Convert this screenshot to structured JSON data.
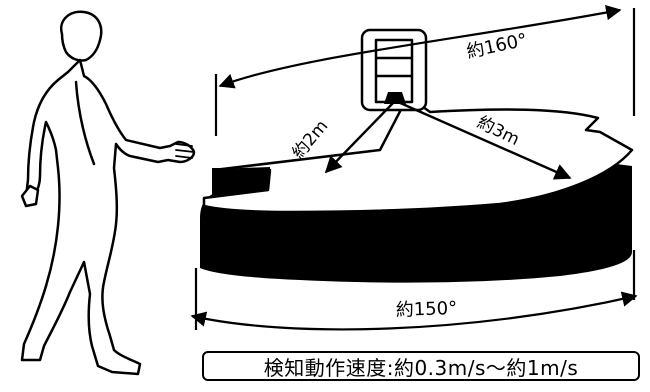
{
  "labels": {
    "outer_angle": "約160°",
    "inner_angle": "約150°",
    "near_distance": "約2m",
    "far_distance": "約3m"
  },
  "caption": {
    "text": "検知動作速度:約0.3m/s〜約1m/s"
  },
  "colors": {
    "ink": "#000000",
    "background": "#ffffff"
  }
}
